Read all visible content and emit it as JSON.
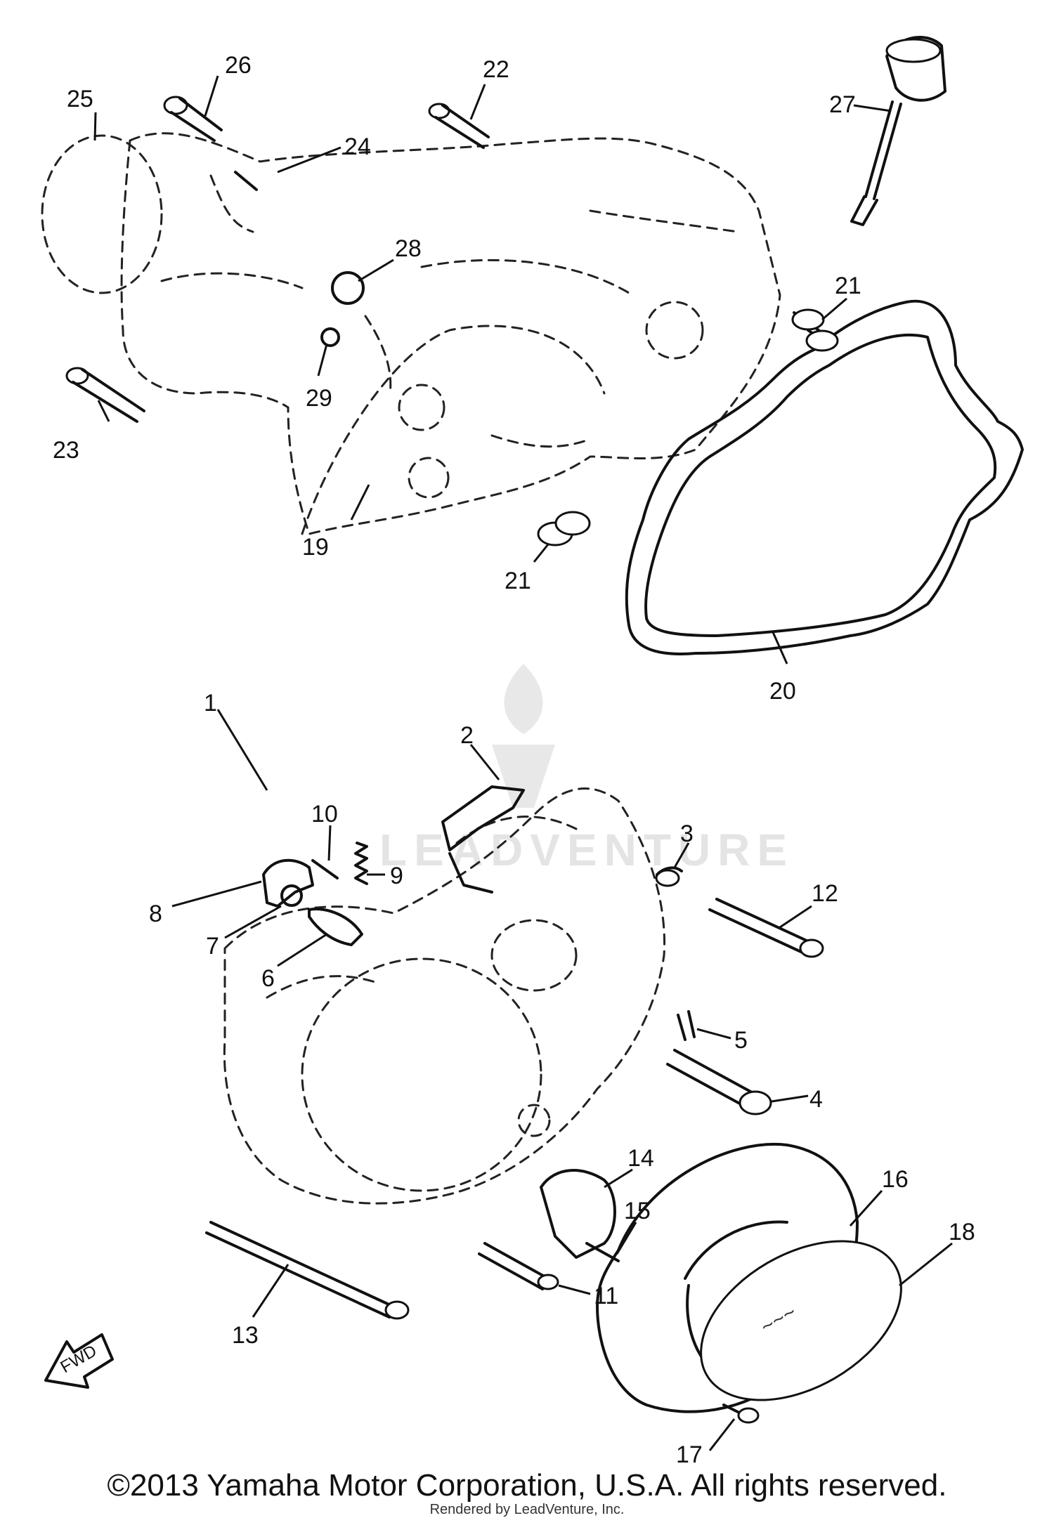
{
  "diagram": {
    "callouts": [
      "1",
      "2",
      "3",
      "4",
      "5",
      "6",
      "7",
      "8",
      "9",
      "10",
      "11",
      "12",
      "13",
      "14",
      "15",
      "16",
      "17",
      "18",
      "19",
      "20",
      "21",
      "21",
      "22",
      "23",
      "24",
      "25",
      "26",
      "27",
      "28",
      "29"
    ],
    "arrow_label": "FWD",
    "watermark": "LEADVENTURE"
  },
  "footer": {
    "copyright": "©2013 Yamaha Motor Corporation, U.S.A. All rights reserved.",
    "rendered_by": "Rendered by LeadVenture, Inc."
  }
}
